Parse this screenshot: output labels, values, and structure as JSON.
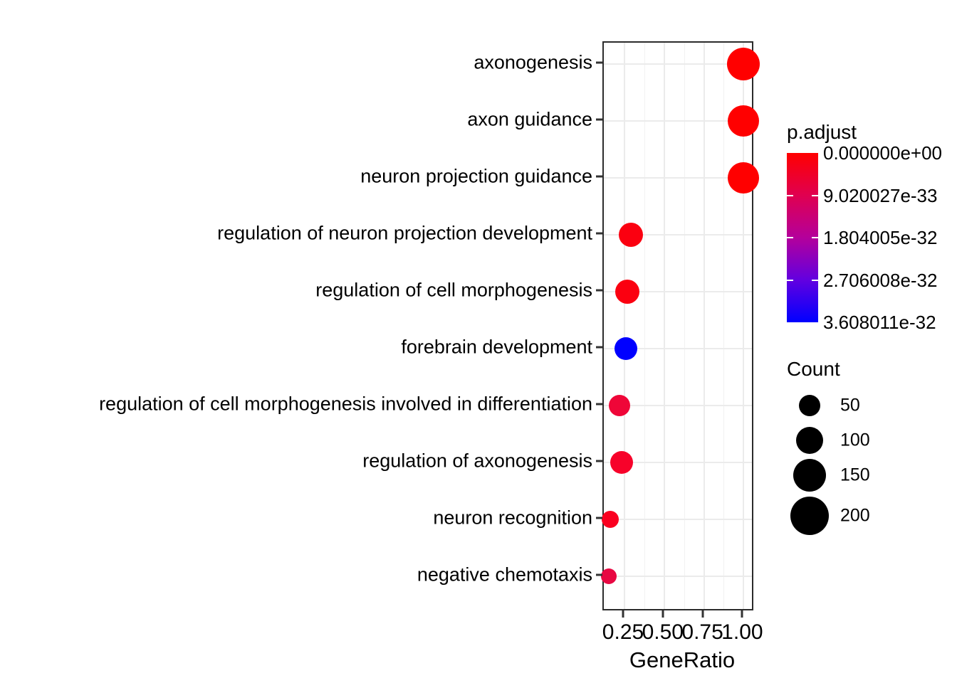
{
  "chart_data": {
    "type": "scatter",
    "title": "",
    "subtitle": "",
    "xlabel": "GeneRatio",
    "ylabel": "",
    "xlim": [
      0.12,
      1.07
    ],
    "xticks": [
      0.25,
      0.5,
      0.75,
      1.0
    ],
    "xtick_labels": [
      "0.25",
      "0.50",
      "0.75",
      "1.00"
    ],
    "grid": true,
    "legend_position": "right",
    "categories": [
      "axonogenesis",
      "axon guidance",
      "neuron projection guidance",
      "regulation of neuron projection development",
      "regulation of cell morphogenesis",
      "forebrain development",
      "regulation of cell morphogenesis involved in differentiation",
      "regulation of axonogenesis",
      "neuron recognition",
      "negative chemotaxis"
    ],
    "points": [
      {
        "term": "axonogenesis",
        "gene_ratio": 1.0,
        "count": 222,
        "p_adjust": 0.0,
        "color": "#ff0000",
        "radius": 23
      },
      {
        "term": "axon guidance",
        "gene_ratio": 1.0,
        "count": 212,
        "p_adjust": 0.0,
        "color": "#ff0000",
        "radius": 22
      },
      {
        "term": "neuron projection guidance",
        "gene_ratio": 1.0,
        "count": 212,
        "p_adjust": 0.0,
        "color": "#ff0000",
        "radius": 22
      },
      {
        "term": "regulation of neuron projection development",
        "gene_ratio": 0.29,
        "count": 118,
        "p_adjust": 2e-34,
        "color": "#fb0010",
        "radius": 17
      },
      {
        "term": "regulation of cell morphogenesis",
        "gene_ratio": 0.27,
        "count": 112,
        "p_adjust": 2e-34,
        "color": "#fb0010",
        "radius": 17
      },
      {
        "term": "forebrain development",
        "gene_ratio": 0.26,
        "count": 100,
        "p_adjust": 3.608011e-32,
        "color": "#0000ff",
        "radius": 16
      },
      {
        "term": "regulation of cell morphogenesis involved in differentiation",
        "gene_ratio": 0.22,
        "count": 90,
        "p_adjust": 4e-33,
        "color": "#ef0638",
        "radius": 15
      },
      {
        "term": "regulation of axonogenesis",
        "gene_ratio": 0.23,
        "count": 95,
        "p_adjust": 1.5e-33,
        "color": "#f7022a",
        "radius": 16
      },
      {
        "term": "neuron recognition",
        "gene_ratio": 0.16,
        "count": 62,
        "p_adjust": 1e-33,
        "color": "#fa0020",
        "radius": 12
      },
      {
        "term": "negative chemotaxis",
        "gene_ratio": 0.15,
        "count": 50,
        "p_adjust": 5e-33,
        "color": "#e80842",
        "radius": 11
      }
    ],
    "color_legend": {
      "title": "p.adjust",
      "labels": [
        "0.000000e+00",
        "9.020027e-33",
        "1.804005e-32",
        "2.706008e-32",
        "3.608011e-32"
      ],
      "values": [
        0.0,
        9.020027e-33,
        1.804005e-32,
        2.706008e-32,
        3.608011e-32
      ],
      "gradient_high": "#ff0000",
      "gradient_low": "#0000ff"
    },
    "size_legend": {
      "title": "Count",
      "labels": [
        "50",
        "100",
        "150",
        "200"
      ],
      "values": [
        50,
        100,
        150,
        200
      ],
      "radii": [
        15,
        19,
        23,
        27
      ],
      "color": "#000000"
    }
  },
  "axes": {
    "x_title": "GeneRatio",
    "x_tick_labels": [
      "0.25",
      "0.50",
      "0.75",
      "1.00"
    ],
    "y_tick_labels": [
      "axonogenesis",
      "axon guidance",
      "neuron projection guidance",
      "regulation of neuron projection development",
      "regulation of cell morphogenesis",
      "forebrain development",
      "regulation of cell morphogenesis involved in differentiation",
      "regulation of axonogenesis",
      "neuron recognition",
      "negative chemotaxis"
    ]
  },
  "legends": {
    "color": {
      "title": "p.adjust",
      "labels": [
        "0.000000e+00",
        "9.020027e-33",
        "1.804005e-32",
        "2.706008e-32",
        "3.608011e-32"
      ]
    },
    "size": {
      "title": "Count",
      "labels": [
        "50",
        "100",
        "150",
        "200"
      ]
    }
  }
}
